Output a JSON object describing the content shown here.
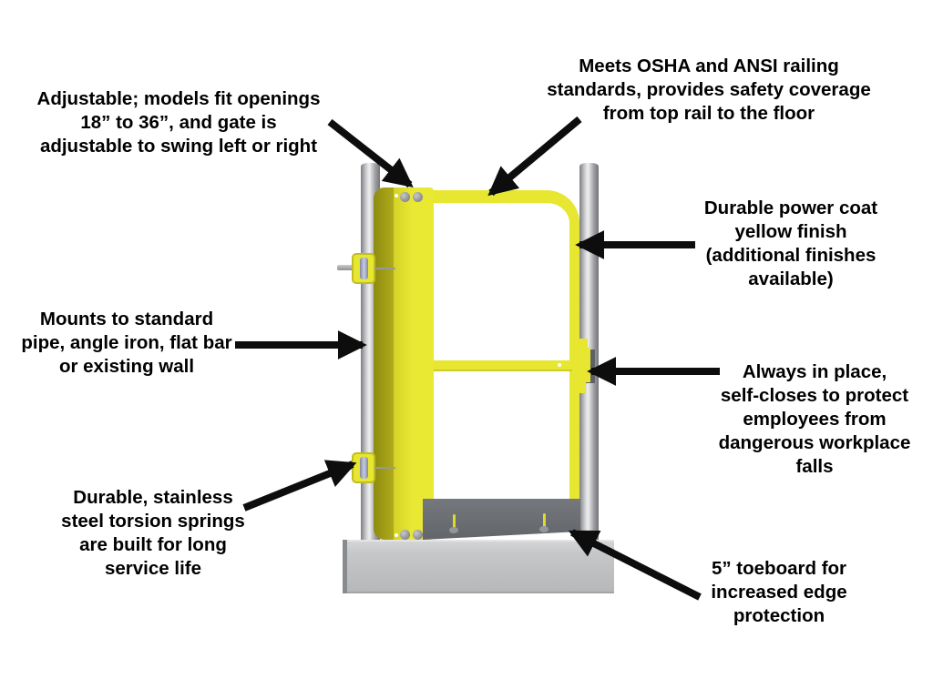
{
  "colors": {
    "gate_yellow": "#e7e630",
    "gate_yellow_dark": "#a8a517",
    "post_gray": "#b9babc",
    "toeboard_gray": "#696c70",
    "base_gray": "#c6c7c9",
    "arrow_black": "#0d0d0d",
    "text_black": "#000000"
  },
  "callouts": {
    "adjustable": {
      "lines": [
        "Adjustable; models fit openings",
        "18” to 36”, and gate is",
        "adjustable to swing left or right"
      ]
    },
    "osha": {
      "lines": [
        "Meets OSHA and ANSI railing",
        "standards, provides safety coverage",
        "from top rail to the floor"
      ]
    },
    "finish": {
      "lines": [
        "Durable power coat",
        "yellow finish",
        "(additional finishes",
        "available)"
      ]
    },
    "mounts": {
      "lines": [
        "Mounts to standard",
        "pipe, angle iron, flat bar",
        "or existing wall"
      ]
    },
    "always": {
      "lines": [
        "Always in place,",
        "self-closes to protect",
        "employees from",
        "dangerous workplace",
        "falls"
      ]
    },
    "springs": {
      "lines": [
        "Durable, stainless",
        "steel torsion springs",
        "are built for long",
        "service life"
      ]
    },
    "toeboard": {
      "lines": [
        "5” toeboard for",
        "increased edge",
        "protection"
      ]
    }
  }
}
